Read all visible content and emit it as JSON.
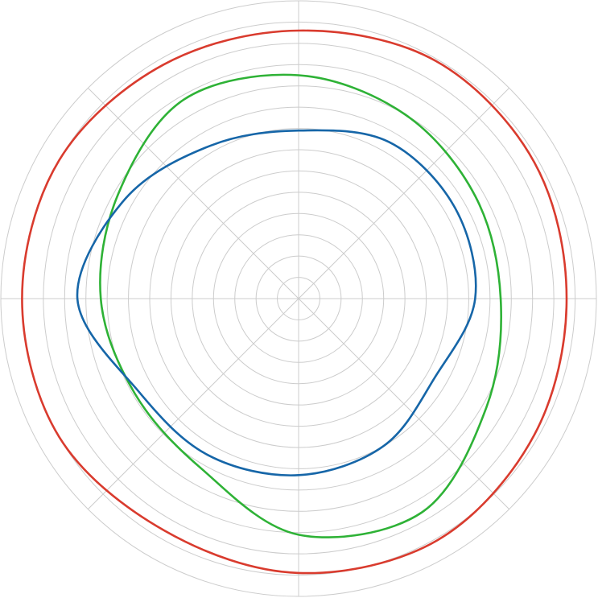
{
  "chart_data": {
    "type": "line",
    "polar": true,
    "grid": true,
    "legend": "none",
    "title": "",
    "axis_range": [
      0,
      14
    ],
    "angle_step_deg": 45,
    "theta_deg": [
      0,
      30,
      60,
      90,
      120,
      150,
      180,
      210,
      240,
      270,
      300,
      330
    ],
    "series": [
      {
        "color": "#d93b2e",
        "values": [
          12.6,
          12.8,
          12.9,
          12.6,
          12.7,
          13.0,
          13.0,
          13.0,
          12.6,
          12.9,
          13.1,
          12.8
        ]
      },
      {
        "color": "#2eb236",
        "values": [
          9.5,
          9.6,
          10.0,
          10.5,
          10.8,
          9.8,
          9.3,
          8.9,
          9.2,
          11.1,
          11.6,
          10.2
        ]
      },
      {
        "color": "#1666a8",
        "values": [
          8.3,
          8.5,
          8.5,
          7.9,
          8.3,
          9.4,
          10.4,
          8.7,
          8.5,
          8.3,
          8.0,
          7.4
        ]
      }
    ]
  }
}
